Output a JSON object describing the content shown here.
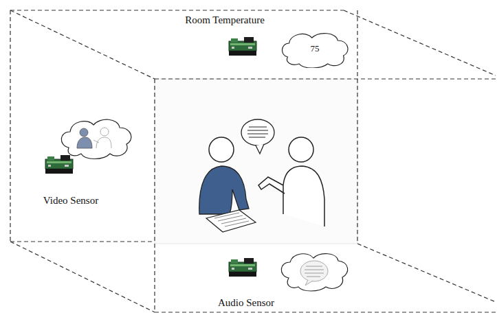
{
  "diagram": {
    "nodes": [
      {
        "text": [
          "75"
        ]
      }
    ],
    "labels": [
      "Room Temperature",
      "Video Sensor",
      "Audio Sensor"
    ]
  }
}
